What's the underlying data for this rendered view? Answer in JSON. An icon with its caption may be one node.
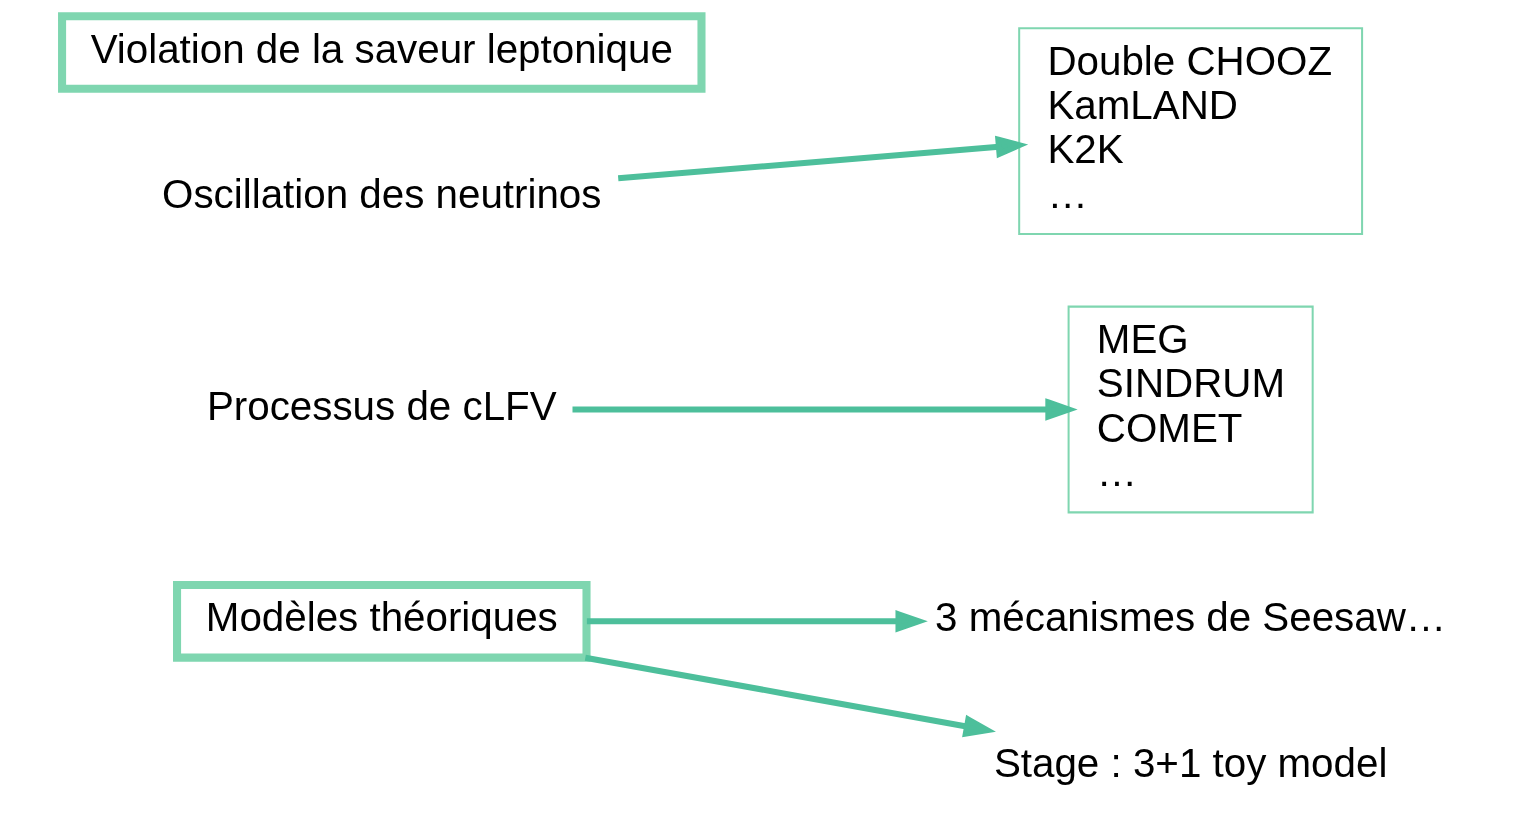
{
  "diagram": {
    "nodes": [
      {
        "text": [
          "Violation de la saveur leptonique"
        ]
      },
      {
        "text": [
          "Oscillation des neutrinos"
        ]
      },
      {
        "text": [
          "Processus de cLFV"
        ]
      },
      {
        "text": [
          "Double CHOOZ",
          "KamLAND",
          "K2K",
          "…"
        ]
      },
      {
        "text": [
          "MEG",
          "SINDRUM",
          "COMET",
          "…"
        ]
      },
      {
        "text": [
          "Modèles théoriques"
        ]
      },
      {
        "text": [
          "3 mécanismes de Seesaw…"
        ]
      },
      {
        "text": [
          "Stage : 3+1 toy model"
        ]
      }
    ],
    "edges": [
      {
        "from": 1,
        "to": 3,
        "arrow": "to"
      },
      {
        "from": 2,
        "to": 4,
        "arrow": "to"
      },
      {
        "from": 5,
        "to": 6,
        "arrow": "to"
      },
      {
        "from": 5,
        "to": 7,
        "arrow": "to"
      }
    ]
  }
}
